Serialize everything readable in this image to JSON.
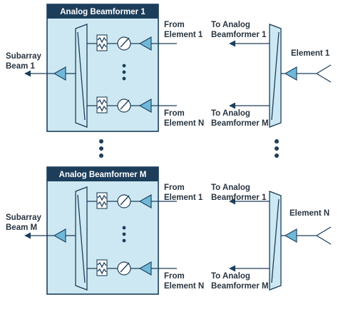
{
  "beamformers": [
    {
      "title": "Analog Beamformer 1",
      "output_label": [
        "Subarray",
        "Beam 1"
      ],
      "input_top": [
        "From",
        "Element 1"
      ],
      "input_bottom": [
        "From",
        "Element N"
      ]
    },
    {
      "title": "Analog Beamformer M",
      "output_label": [
        "Subarray",
        "Beam M"
      ],
      "input_top": [
        "From",
        "Element 1"
      ],
      "input_bottom": [
        "From",
        "Element N"
      ]
    }
  ],
  "elements": [
    {
      "label": "Element 1",
      "to_top": [
        "To Analog",
        "Beamformer 1"
      ],
      "to_bottom": [
        "To Analog",
        "Beamformer M"
      ]
    },
    {
      "label": "Element N",
      "to_top": [
        "To Analog",
        "Beamformer 1"
      ],
      "to_bottom": [
        "To Analog",
        "Beamformer M"
      ]
    }
  ],
  "colors": {
    "box_fill": "#cde8f2",
    "title_bar": "#1d3e5b",
    "amp_fill": "#6fb8d8",
    "line": "#1d3e5b"
  }
}
